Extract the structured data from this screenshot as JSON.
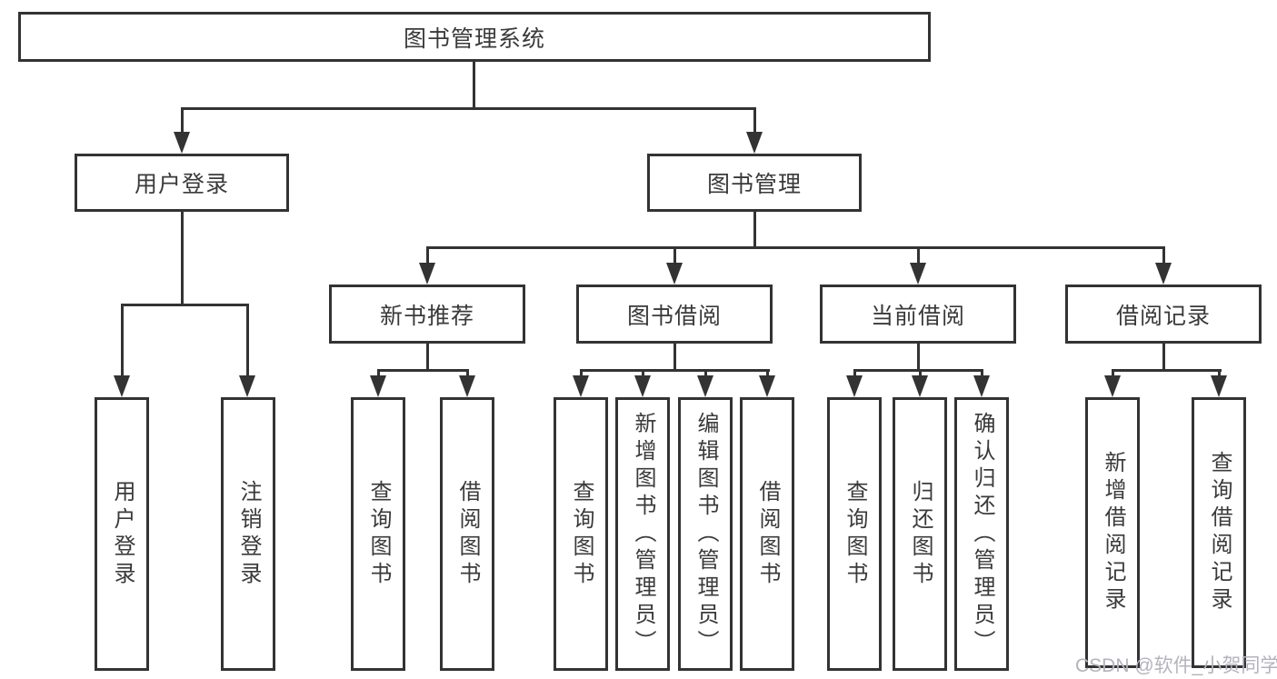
{
  "tree": {
    "label": "图书管理系统",
    "children": [
      {
        "label": "用户登录",
        "children": [
          {
            "label": "用户登录"
          },
          {
            "label": "注销登录"
          }
        ]
      },
      {
        "label": "图书管理",
        "children": [
          {
            "label": "新书推荐",
            "children": [
              {
                "label": "查询图书"
              },
              {
                "label": "借阅图书"
              }
            ]
          },
          {
            "label": "图书借阅",
            "children": [
              {
                "label": "查询图书"
              },
              {
                "label": "新增图书（管理员）"
              },
              {
                "label": "编辑图书（管理员）"
              },
              {
                "label": "借阅图书"
              }
            ]
          },
          {
            "label": "当前借阅",
            "children": [
              {
                "label": "查询图书"
              },
              {
                "label": "归还图书"
              },
              {
                "label": "确认归还（管理员）"
              }
            ]
          },
          {
            "label": "借阅记录",
            "children": [
              {
                "label": "新增借阅记录"
              },
              {
                "label": "查询借阅记录"
              }
            ]
          }
        ]
      }
    ]
  },
  "watermark": "CSDN @软件_小贺同学",
  "colors": {
    "line": "#333333",
    "text": "#3a3a3a",
    "watermark": "#b3b3bc",
    "background": "#ffffff"
  }
}
